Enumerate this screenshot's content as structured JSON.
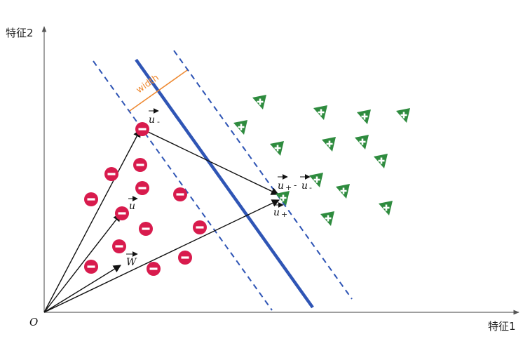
{
  "axes": {
    "y_label": "特征2",
    "x_label": "特征1",
    "origin_label": "O"
  },
  "margin_label": "width",
  "vector_labels": {
    "u_minus": "u",
    "u_minus_sub": "-",
    "u_plus": "u",
    "u_plus_sub": "+",
    "u_generic": "u",
    "w": "W",
    "difference_a": "u",
    "difference_a_sub": "+",
    "difference_sep": "-",
    "difference_b": "u",
    "difference_b_sub": "-"
  },
  "class_symbols": {
    "negative": "−",
    "positive": "+"
  },
  "colors": {
    "negative_fill": "#d81b4d",
    "positive_fill": "#2e8b3e",
    "hyperplane": "#2f55b5",
    "width_bracket": "#ee8a33",
    "vector": "#111111"
  }
}
